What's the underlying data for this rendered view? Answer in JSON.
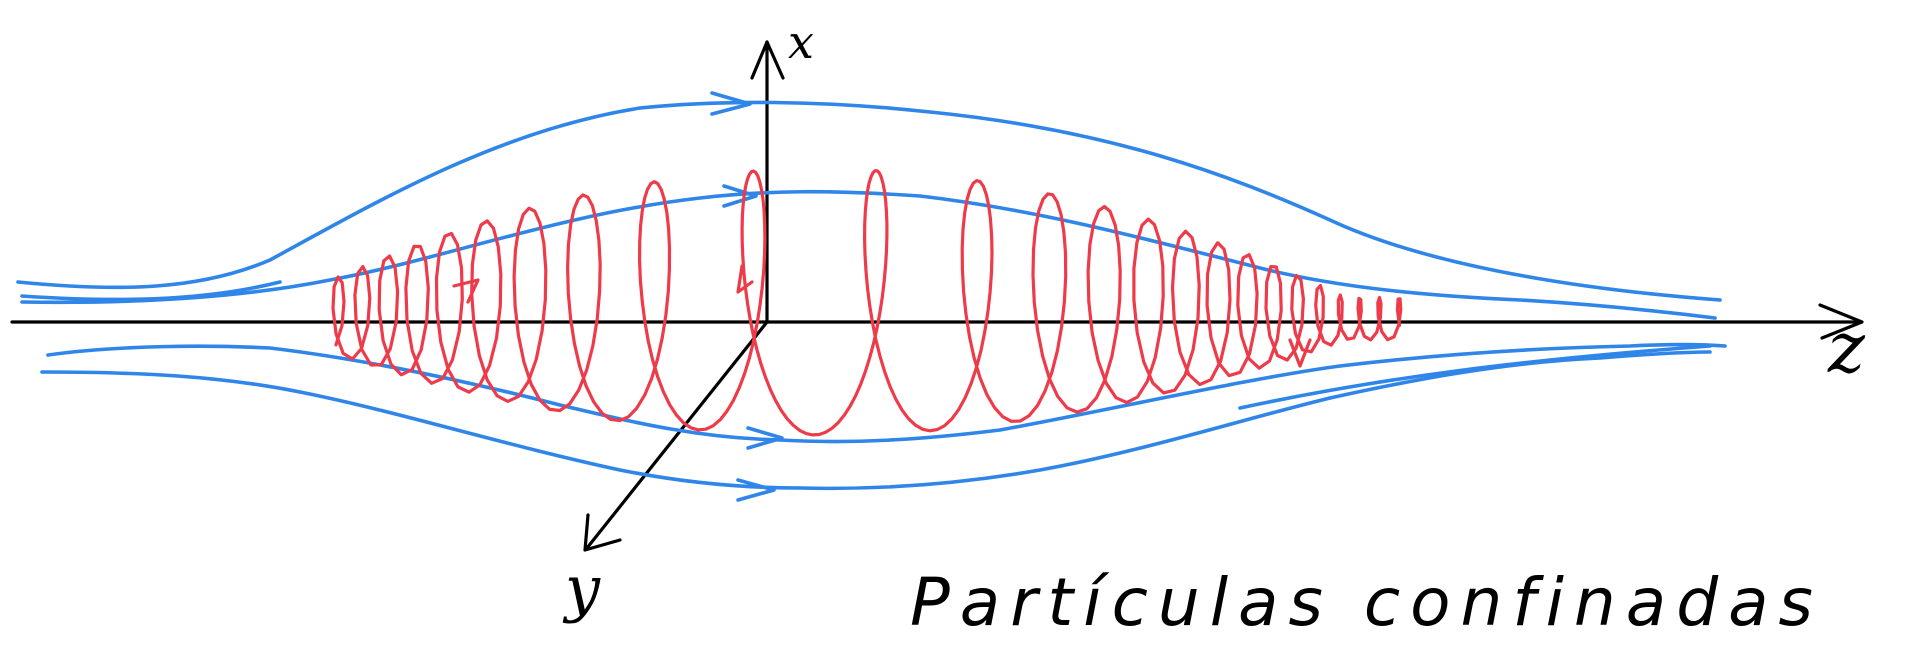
{
  "labels": {
    "x_axis": "x",
    "y_axis": "y",
    "z_axis": "z"
  },
  "caption": "Partículas confinadas",
  "colors": {
    "field_lines": "#2f86e8",
    "trajectory": "#ee3b4a",
    "axes": "#000000"
  }
}
